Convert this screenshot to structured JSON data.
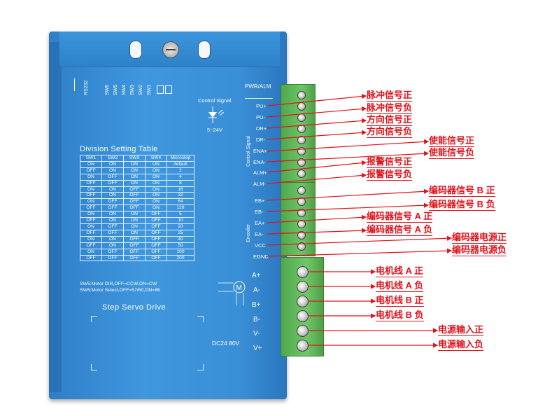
{
  "top_labels": {
    "rs232": "RS232",
    "sw6": "SW6",
    "sw5": "SW5",
    "sw4": "SW4",
    "sw3": "SW3",
    "sw2": "SW2",
    "sw1": "SW1"
  },
  "control_signal": {
    "title": "Control Signal",
    "voltage": "5~24V",
    "side_label": "Control Signal",
    "pwr_alm": "PWR/ALM"
  },
  "signal_pins": [
    "PU+",
    "PU-",
    "DR+",
    "DR-",
    "ENA+",
    "ENA-",
    "ALM+",
    "ALM-"
  ],
  "encoder": {
    "side_label": "Encoder",
    "pins": [
      "EB+",
      "EB-",
      "EA+",
      "EA-",
      "VCC",
      "EGND"
    ]
  },
  "power_pins": [
    "A+",
    "A-",
    "B+",
    "B-",
    "V-",
    "V+"
  ],
  "dc_label": "DC24 80V",
  "table": {
    "title": "Division Setting Table",
    "headers": [
      "SW1",
      "SW2",
      "SW3",
      "SW4",
      "Microstep"
    ],
    "rows": [
      [
        "ON",
        "ON",
        "ON",
        "ON",
        "default"
      ],
      [
        "OFF",
        "ON",
        "ON",
        "ON",
        "2"
      ],
      [
        "ON",
        "OFF",
        "ON",
        "ON",
        "4"
      ],
      [
        "OFF",
        "OFF",
        "ON",
        "ON",
        "8"
      ],
      [
        "ON",
        "ON",
        "OFF",
        "ON",
        "16"
      ],
      [
        "OFF",
        "ON",
        "OFF",
        "ON",
        "32"
      ],
      [
        "ON",
        "OFF",
        "OFF",
        "ON",
        "64"
      ],
      [
        "OFF",
        "OFF",
        "OFF",
        "ON",
        "128"
      ],
      [
        "ON",
        "ON",
        "ON",
        "OFF",
        "5"
      ],
      [
        "OFF",
        "ON",
        "ON",
        "OFF",
        "10"
      ],
      [
        "ON",
        "OFF",
        "ON",
        "OFF",
        "20"
      ],
      [
        "OFF",
        "OFF",
        "ON",
        "OFF",
        "25"
      ],
      [
        "ON",
        "ON",
        "OFF",
        "OFF",
        "40"
      ],
      [
        "OFF",
        "ON",
        "OFF",
        "OFF",
        "50"
      ],
      [
        "ON",
        "OFF",
        "OFF",
        "OFF",
        "100"
      ],
      [
        "OFF",
        "OFF",
        "OFF",
        "OFF",
        "200"
      ]
    ],
    "note1": "SW5:Motor DIR,OFF=CCW,ON=CW",
    "note2": "SW6:Motor Select,OFF=57/60,ON=86"
  },
  "product_name": "Step Servo Drive",
  "callouts": {
    "pu_pos": "脉冲信号正",
    "pu_neg": "脉冲信号负",
    "dir_pos": "方向信号正",
    "dir_neg": "方向信号负",
    "ena_pos": "使能信号正",
    "ena_neg": "使能信号负",
    "alm_pos": "报警信号正",
    "alm_neg": "报警信号负",
    "eb_pos": "编码器信号 B 正",
    "eb_neg": "编码器信号 B 负",
    "ea_pos": "编码器信号 A 正",
    "ea_neg": "编码器信号 A 负",
    "enc_pwr_pos": "编码器电源正",
    "enc_pwr_neg": "编码器电源负",
    "motor_a_pos": "电机线 A 正",
    "motor_a_neg": "电机线 A 负",
    "motor_b_pos": "电机线 B 正",
    "motor_b_neg": "电机线 B 负",
    "power_pos": "电源输入正",
    "power_neg": "电源输入负"
  },
  "colors": {
    "drive_blue": "#3a8fd6",
    "terminal_green": "#6cc565",
    "callout_red": "#e0141c"
  }
}
